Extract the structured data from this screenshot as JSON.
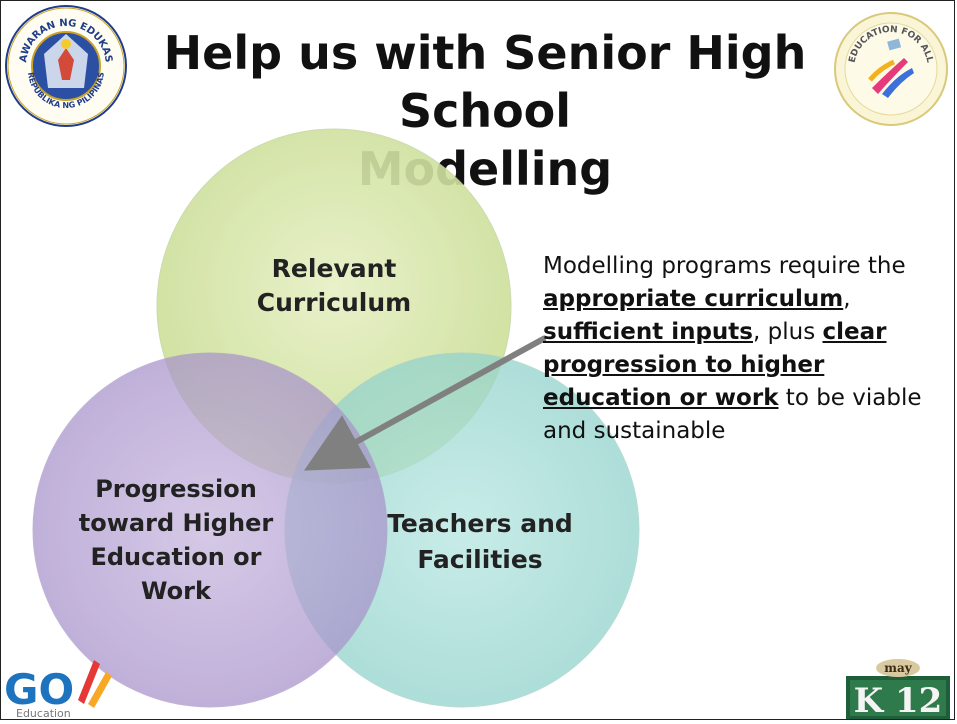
{
  "title": {
    "line1": "Help us with Senior High School",
    "line2": "Modelling"
  },
  "logos": {
    "deped_top_arc": "KAGAWARAN NG EDUKASYON",
    "deped_bottom_arc": "REPUBLIKA NG PILIPINAS",
    "efa_arc": "EDUCATION FOR ALL",
    "go_text": "GO",
    "go_sub": "Education",
    "k12_top": "may",
    "k12_text": "K 12"
  },
  "venn": {
    "circles": [
      {
        "label_line1": "Relevant",
        "label_line2": "Curriculum",
        "color": "#d5e6a8"
      },
      {
        "label_line1": "Progression",
        "label_line2": "toward Higher",
        "label_line3": "Education or",
        "label_line4": "Work",
        "color": "#b9a5d4"
      },
      {
        "label_line1": "Teachers and",
        "label_line2": "Facilities",
        "color": "#a3dcd6"
      }
    ]
  },
  "note": {
    "t1": "Modelling programs require the ",
    "b1": "appropriate curriculum",
    "t2": ", ",
    "b2": "sufficient inputs",
    "t3": ", plus ",
    "b3": "clear progression to higher education or work",
    "t4": " to be viable and sustainable"
  }
}
